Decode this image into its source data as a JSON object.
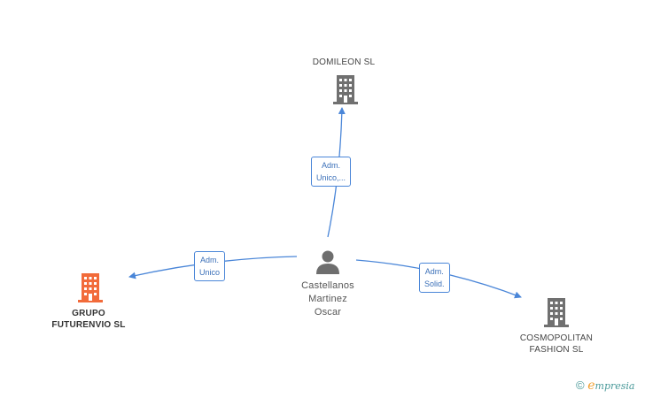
{
  "colors": {
    "edge": "#4a86d8",
    "building_default": "#707070",
    "building_focus": "#f26b3a",
    "person": "#6e6e6e"
  },
  "nodes": {
    "domileon": {
      "label": [
        "DOMILEON  SL"
      ],
      "icon": "building-icon"
    },
    "person": {
      "label": [
        "Castellanos",
        "Martinez",
        "Oscar"
      ],
      "icon": "person-icon"
    },
    "grupo": {
      "label": [
        "GRUPO",
        "FUTURENVIO SL"
      ],
      "icon": "building-icon"
    },
    "cosmopolitan": {
      "label": [
        "COSMOPOLITAN",
        "FASHION SL"
      ],
      "icon": "building-icon"
    }
  },
  "edges": {
    "to_domileon": {
      "label": [
        "Adm.",
        "Unico,..."
      ]
    },
    "to_grupo": {
      "label": [
        "Adm.",
        "Unico"
      ]
    },
    "to_cosmopolitan": {
      "label": [
        "Adm.",
        "Solid."
      ]
    }
  },
  "brand": {
    "copyright": "©",
    "first": "e",
    "rest": "mpresia"
  }
}
